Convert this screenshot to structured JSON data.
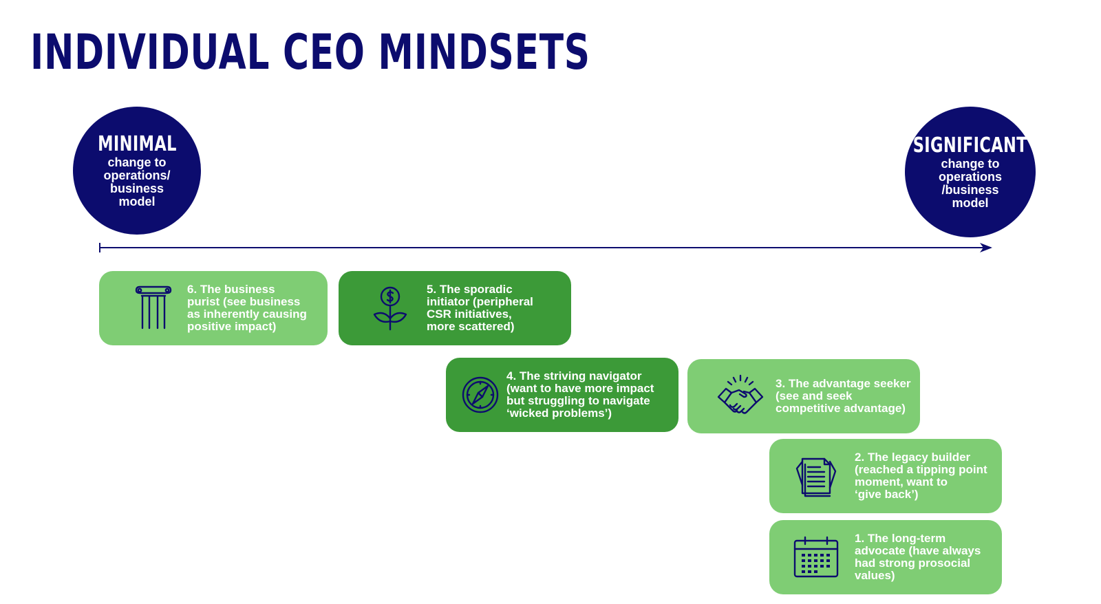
{
  "title": "INDIVIDUAL CEO MINDSETS",
  "scale": {
    "min": {
      "label": "MINIMAL",
      "text": "change to\noperations/\nbusiness\nmodel"
    },
    "max": {
      "label": "SIGNIFICANT",
      "text": "change to\noperations\n/business\nmodel"
    }
  },
  "mindsets": [
    {
      "text": "6. The business\npurist (see business\nas inherently causing\npositive impact)",
      "icon": "pillar-icon",
      "style": "light"
    },
    {
      "text": "5. The sporadic\ninitiator (peripheral\nCSR initiatives,\nmore scattered)",
      "icon": "money-plant-icon",
      "style": "dark"
    },
    {
      "text": "4. The striving navigator\n(want to have more impact\nbut struggling to navigate\n‘wicked problems’)",
      "icon": "compass-icon",
      "style": "dark"
    },
    {
      "text": "3. The advantage seeker\n(see and seek\ncompetitive advantage)",
      "icon": "handshake-icon",
      "style": "light"
    },
    {
      "text": "2. The legacy builder\n(reached a tipping point\nmoment, want to\n‘give back’)",
      "icon": "document-icon",
      "style": "light"
    },
    {
      "text": "1. The long-term\nadvocate  (have always\nhad strong prosocial\nvalues)",
      "icon": "calendar-icon",
      "style": "light"
    }
  ],
  "colors": {
    "navy": "#0c0c6e",
    "green_light": "#7fcd74",
    "green_dark": "#3c9a38"
  }
}
